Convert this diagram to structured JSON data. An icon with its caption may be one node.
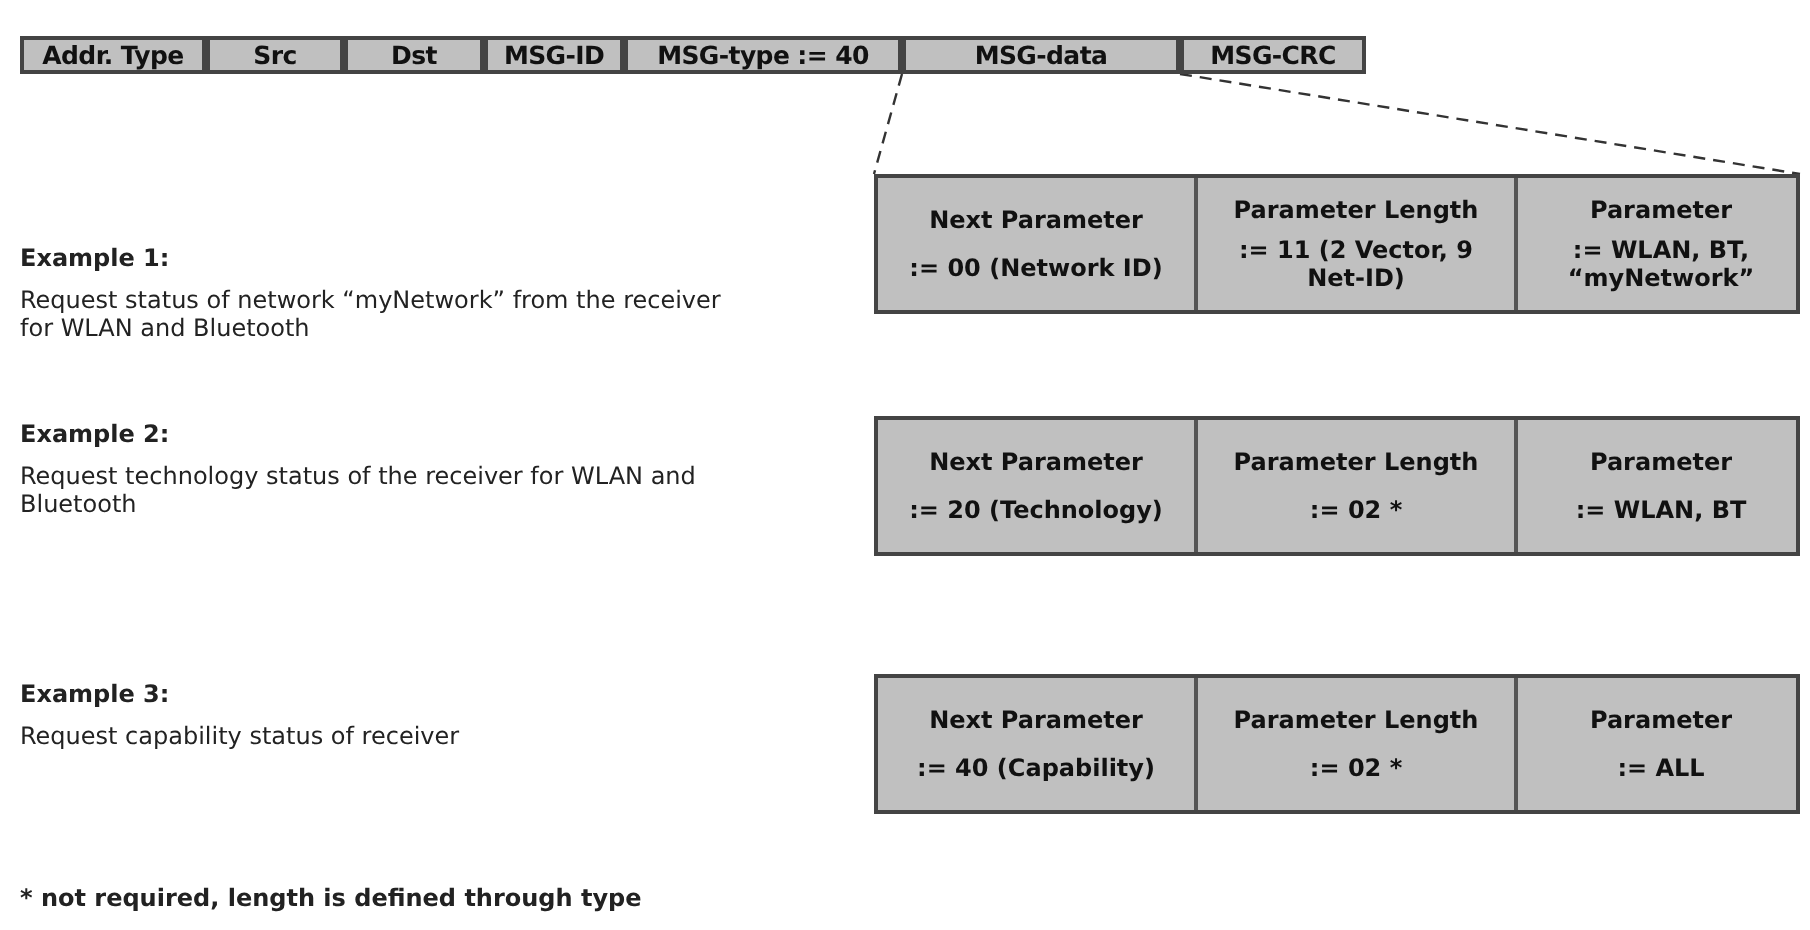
{
  "diagram": {
    "nodes": [
      {
        "text": [
          "Addr. Type"
        ]
      },
      {
        "text": [
          "Src"
        ]
      },
      {
        "text": [
          "Dst"
        ]
      },
      {
        "text": [
          "MSG-ID"
        ]
      },
      {
        "text": [
          "MSG-type := 40"
        ]
      },
      {
        "text": [
          "MSG-data"
        ]
      },
      {
        "text": [
          "MSG-CRC"
        ]
      },
      {
        "text": [],
        "shape": "box"
      },
      {
        "text": [
          "Next Parameter",
          ":= 00 (Network ID)"
        ],
        "in": 7
      },
      {
        "text": [
          "Parameter Length",
          ":= 11 (2 Vector, 9 Net-ID)"
        ],
        "in": 7
      },
      {
        "text": [
          "Parameter",
          ":= WLAN, BT, “myNetwork”"
        ],
        "in": 7
      },
      {
        "text": [],
        "shape": "box"
      },
      {
        "text": [
          "Next Parameter",
          ":= 20 (Technology)"
        ],
        "in": 11
      },
      {
        "text": [
          "Parameter Length",
          ":= 02 *"
        ],
        "in": 11
      },
      {
        "text": [
          "Parameter",
          ":= WLAN, BT"
        ],
        "in": 11
      },
      {
        "text": [],
        "shape": "box"
      },
      {
        "text": [
          "Next Parameter",
          ":= 40 (Capability)"
        ],
        "in": 15
      },
      {
        "text": [
          "Parameter Length",
          ":= 02 *"
        ],
        "in": 15
      },
      {
        "text": [
          "Parameter",
          ":= ALL"
        ],
        "in": 15
      }
    ],
    "edges": [
      {
        "from": 5,
        "to": 7,
        "arrow": "none",
        "style": "dashed"
      },
      {
        "from": 5,
        "to": 7,
        "arrow": "none",
        "style": "dashed"
      }
    ],
    "labels": [
      "Example 1:",
      "Request status of network “myNetwork” from the receiver for WLAN and Bluetooth",
      "Example 2:",
      "Request technology status of the receiver for WLAN and Bluetooth",
      "Example 3:",
      "Request capability status of receiver",
      "* not required, length is defined through type"
    ]
  }
}
